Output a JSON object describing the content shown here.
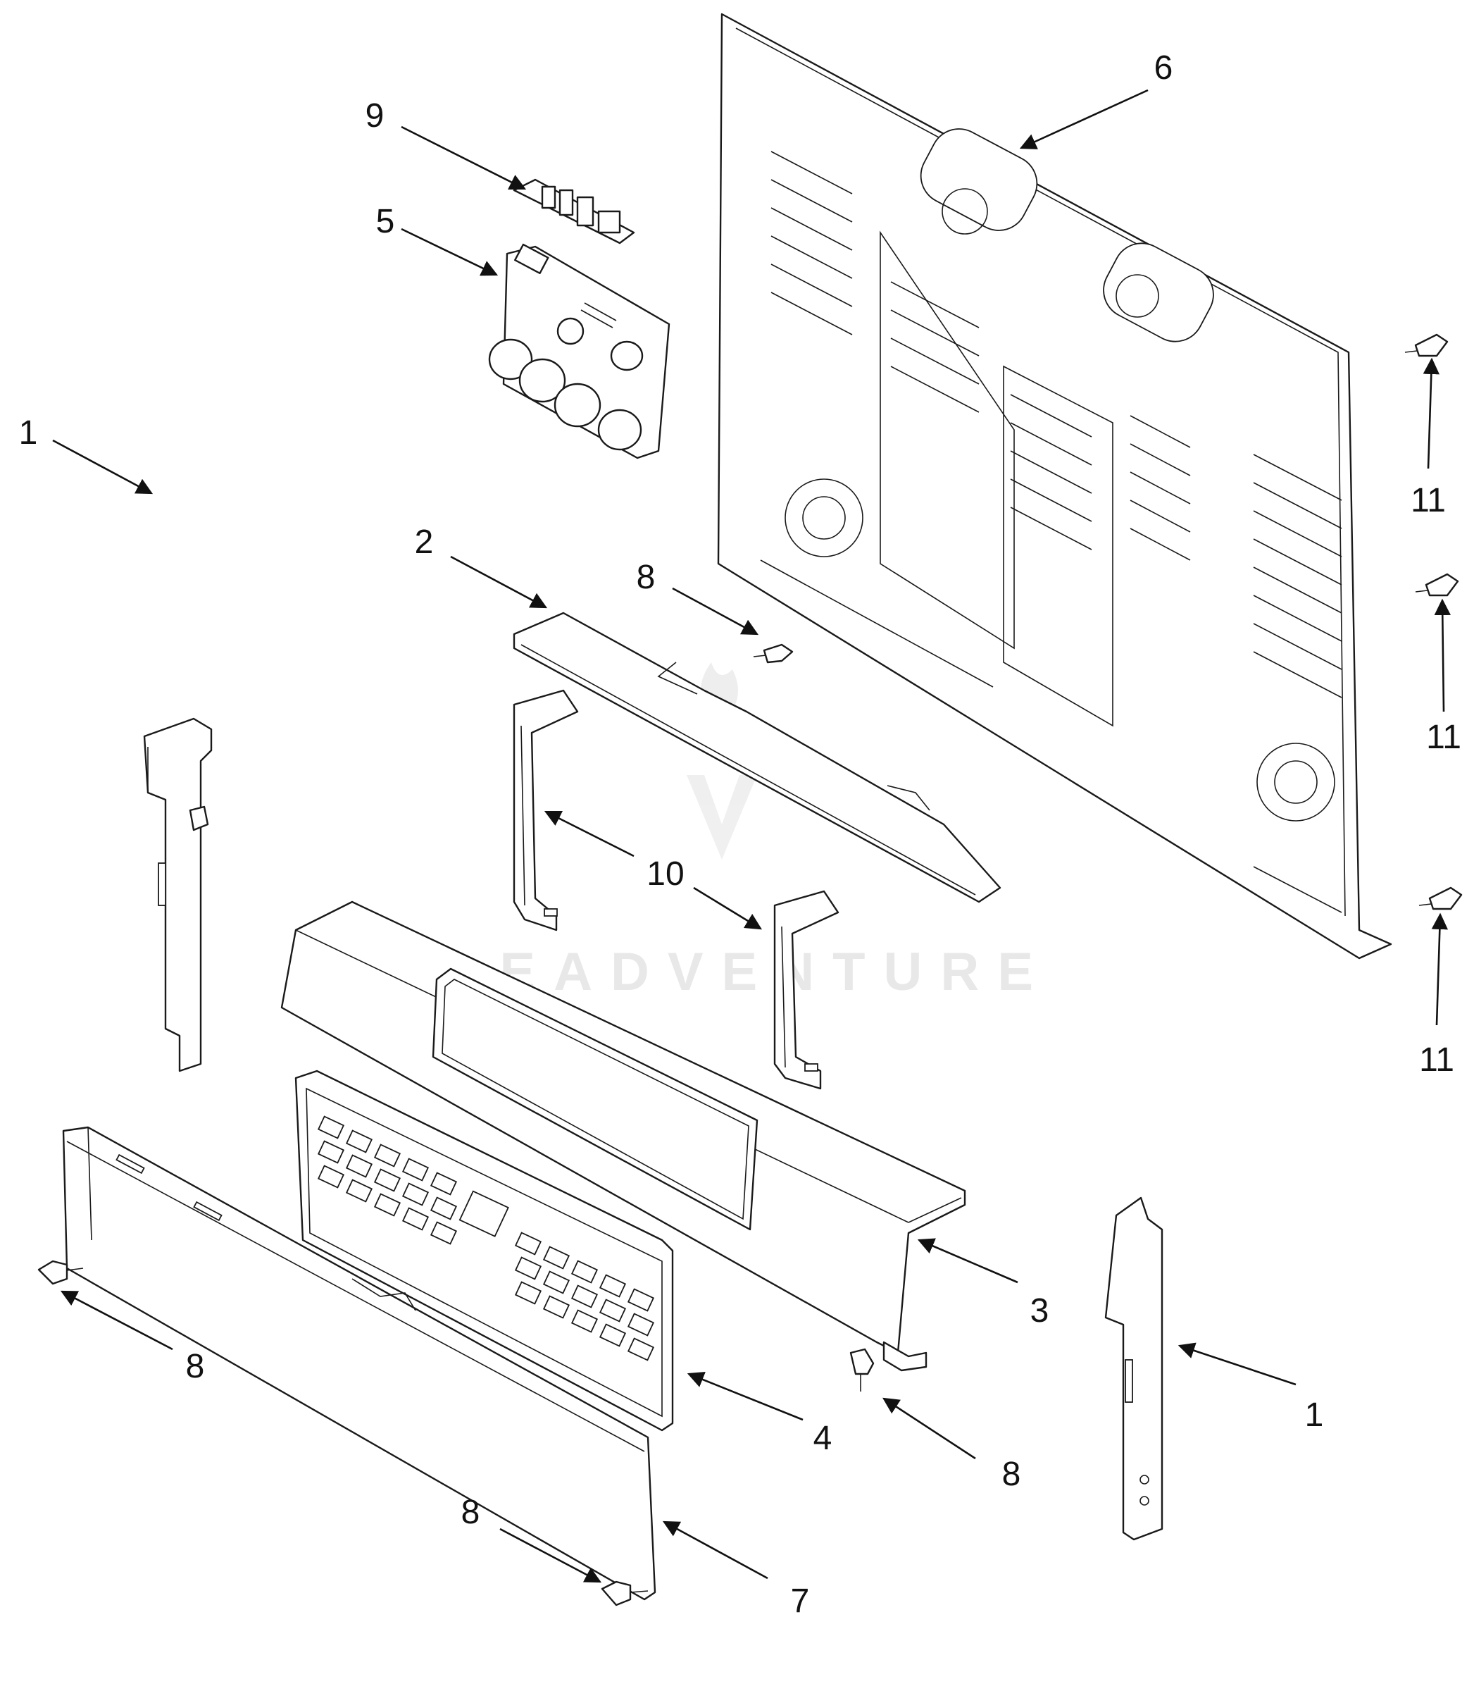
{
  "watermark": {
    "text": "LEADVENTURE"
  },
  "callouts": {
    "c1_left": "1",
    "c1_right": "1",
    "c2": "2",
    "c3": "3",
    "c4": "4",
    "c5": "5",
    "c6": "6",
    "c7": "7",
    "c8_top": "8",
    "c8_left": "8",
    "c8_mid": "8",
    "c8_bottom": "8",
    "c9": "9",
    "c10": "10",
    "c11_top": "11",
    "c11_mid": "11",
    "c11_bottom": "11"
  }
}
